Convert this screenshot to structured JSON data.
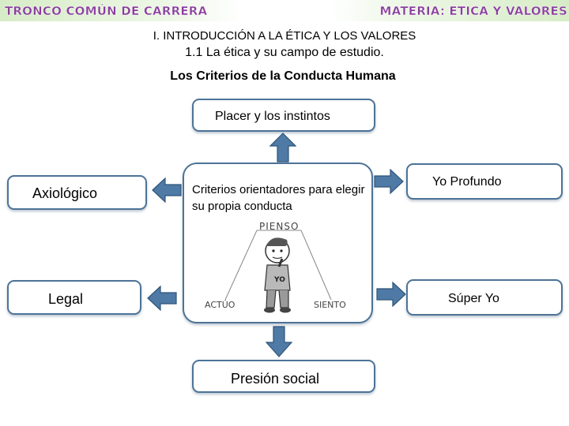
{
  "header": {
    "left": "TRONCO COMÚN DE CARRERA",
    "right": "MATERIA: ETICA Y VALORES"
  },
  "titles": {
    "unit": "I. INTRODUCCIÓN A LA ÉTICA Y LOS VALORES",
    "topic": "1.1 La ética y su campo de estudio.",
    "diagram_title": "Los Criterios de la Conducta Humana"
  },
  "diagram": {
    "center": "Criterios orientadores para elegir su propia conducta",
    "top": "Placer y los instintos",
    "bottom": "Presión social",
    "left_top": "Axiológico",
    "left_bottom": "Legal",
    "right_top": "Yo Profundo",
    "right_bottom": "Súper Yo",
    "illustration": {
      "word_top": "PIENSO",
      "word_left": "ACTÚO",
      "word_right": "SIENTO",
      "shirt": "YO"
    }
  },
  "colors": {
    "header_text": "#8a3d9e",
    "header_bg": "#d6ecc6",
    "box_border": "#4d7397",
    "arrow_fill": "#4f7aa6"
  }
}
